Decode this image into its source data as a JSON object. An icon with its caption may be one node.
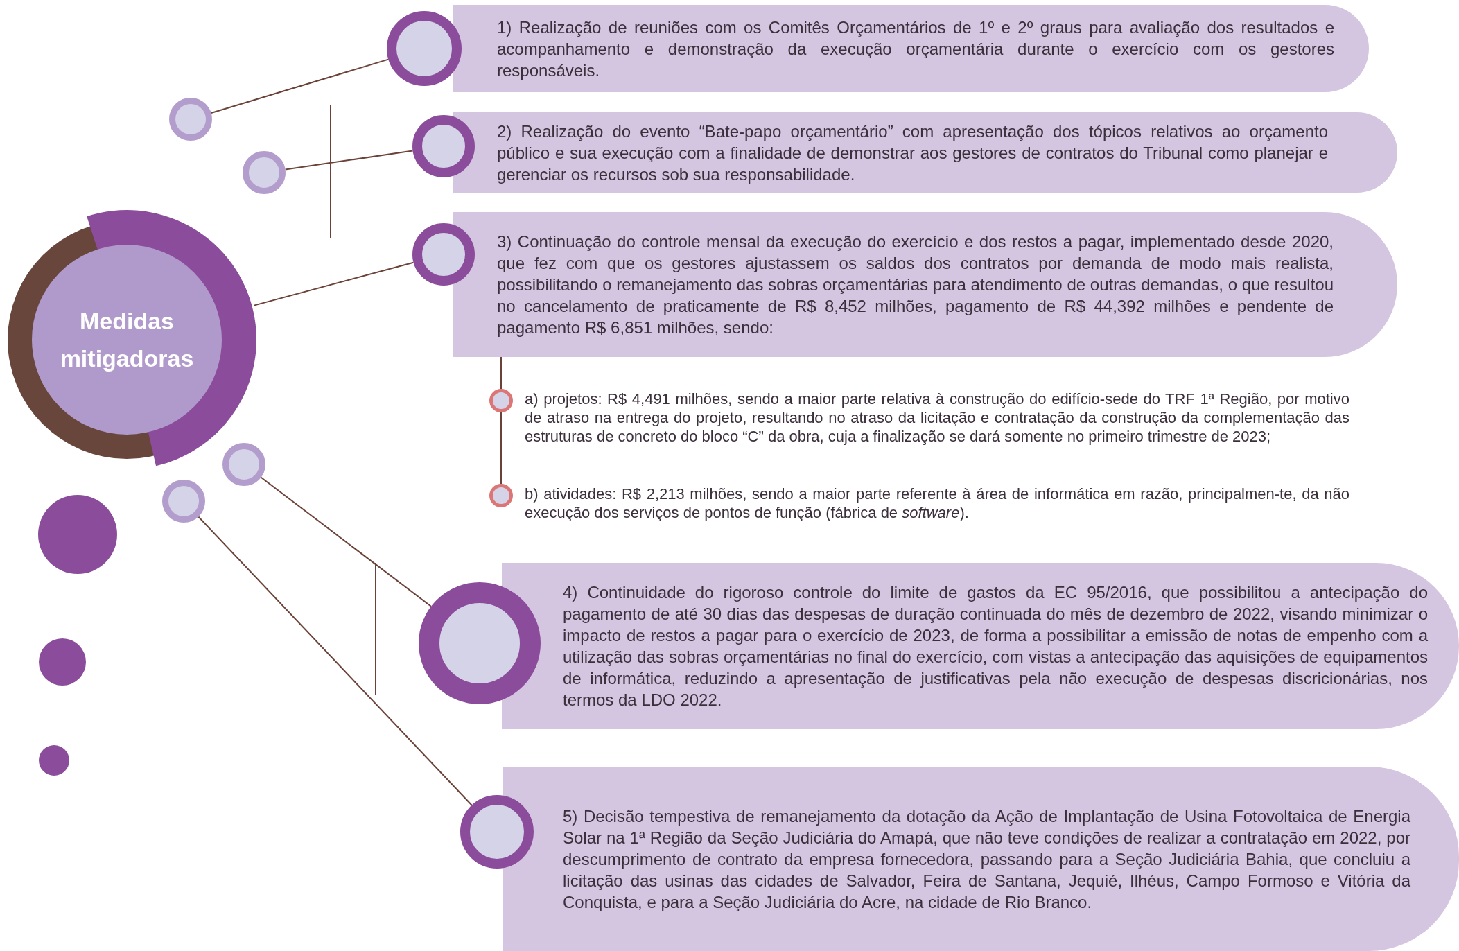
{
  "diagram": {
    "nodes": [
      {
        "text": [
          "Medidas mitigadoras"
        ]
      },
      {
        "text": [],
        "shape": "circle"
      },
      {
        "text": [],
        "shape": "circle"
      },
      {
        "text": [
          "1) Realização de reuniões com os Comitês Orçamentários de 1º e 2º graus para avaliação dos resultados e acompanhamento e demonstração da execução orçamentária durante o exercício com os gestores responsáveis."
        ]
      },
      {
        "text": [],
        "shape": "circle"
      },
      {
        "text": [],
        "shape": "circle"
      },
      {
        "text": [
          "2) Realização do evento “Bate-papo orçamentário” com apresentação dos tópicos relativos ao orçamento público e sua execução com a finalidade de demonstrar aos gestores de contratos do Tribunal como planejar e gerenciar os recursos sob sua responsabilidade."
        ]
      },
      {
        "text": [],
        "shape": "circle"
      },
      {
        "text": [
          "3) Continuação do controle mensal da execução do exercício e dos restos a pagar, implementado desde 2020, que fez com que os gestores ajustassem os saldos dos contratos por demanda de modo mais realista, possibilitando o remanejamento das sobras orçamentárias para atendimento de outras demandas, o que resultou no cancelamento de praticamente de R$ 8,452 milhões, pagamento de R$ 44,392 milhões e pendente de pagamento R$ 6,851 milhões, sendo:"
        ]
      },
      {
        "text": [],
        "shape": "circle",
        "beside": [
          "a) projetos: R$ 4,491 milhões, sendo a maior parte relativa à construção do edifício-sede do TRF 1ª Região, por motivo de atraso na entrega do projeto, resultando no atraso da licitação e contratação da construção da complementação das estruturas de concreto do bloco “C” da obra, cuja a finalização se dará somente no primeiro trimestre de 2023;"
        ]
      },
      {
        "text": [],
        "shape": "circle",
        "beside": [
          "b) atividades: R$ 2,213 milhões, sendo a maior parte referente à área de informática em razão, principalmen-te, da não execução dos serviços de pontos de função (fábrica de *software*)."
        ]
      },
      {
        "text": [],
        "shape": "circle"
      },
      {
        "text": [],
        "shape": "circle"
      },
      {
        "text": [],
        "shape": "circle"
      },
      {
        "text": [],
        "shape": "circle"
      },
      {
        "text": [],
        "shape": "circle"
      },
      {
        "text": [],
        "shape": "circle"
      },
      {
        "text": [
          "4) Continuidade do rigoroso controle do limite de gastos da EC 95/2016, que possibilitou a antecipação do pagamento de até 30 dias das despesas de duração continuada do mês de dezembro de 2022, visando minimizar o impacto de restos a pagar para o exercício de 2023, de forma a possibilitar a emissão de notas de empenho com a utilização das sobras orçamentárias no final do exercício, com vistas a antecipação das aquisições de equipamentos de informática, reduzindo a apresentação de justificativas pela não execução de despesas discricionárias, nos termos da LDO 2022."
        ]
      },
      {
        "text": [],
        "shape": "circle"
      },
      {
        "text": [
          "5) Decisão tempestiva de remanejamento da dotação da Ação de Implantação de Usina Fotovoltaica de Energia Solar na 1ª Região da Seção Judiciária do Amapá, que não teve condições de realizar a contratação em 2022, por descumprimento de contrato da empresa fornecedora, passando para a Seção Judiciária Bahia, que concluiu a licitação das usinas das cidades de Salvador, Feira de Santana, Jequié, Ilhéus, Campo Formoso e Vitória da Conquista, e para a Seção Judiciária do Acre, na cidade de Rio Branco."
        ]
      }
    ],
    "edges": [
      {
        "from": 1,
        "to": 2,
        "arrow": "none"
      },
      {
        "from": 4,
        "to": 5,
        "arrow": "none"
      },
      {
        "from": 0,
        "to": 7,
        "arrow": "none"
      },
      {
        "from": 8,
        "to": 9,
        "arrow": "none"
      },
      {
        "from": 9,
        "to": 10,
        "arrow": "none"
      },
      {
        "from": 11,
        "to": 16,
        "arrow": "none"
      },
      {
        "from": 12,
        "to": 18,
        "arrow": "none"
      }
    ]
  }
}
